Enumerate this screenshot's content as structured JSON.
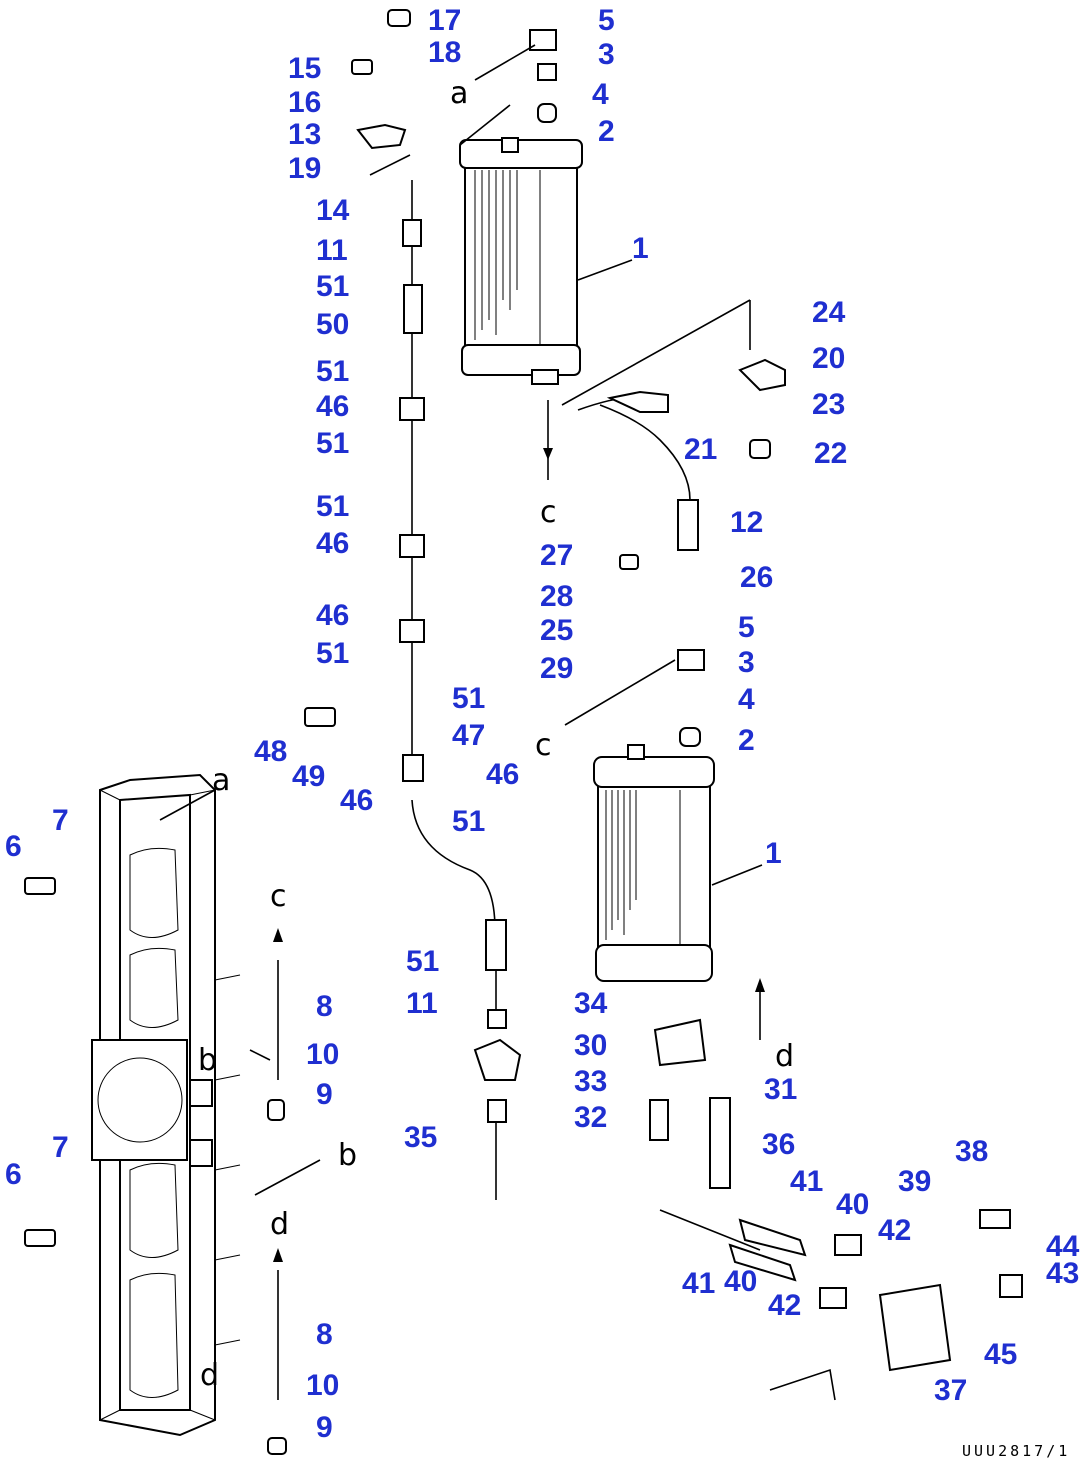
{
  "callouts": [
    "17",
    "5",
    "18",
    "3",
    "15",
    "4",
    "16",
    "2",
    "13",
    "19",
    "14",
    "1",
    "11",
    "24",
    "51",
    "20",
    "50",
    "23",
    "51",
    "21",
    "22",
    "46",
    "51",
    "51",
    "12",
    "46",
    "27",
    "26",
    "28",
    "25",
    "46",
    "5",
    "51",
    "29",
    "3",
    "51",
    "4",
    "48",
    "47",
    "2",
    "49",
    "46",
    "46",
    "51",
    "7",
    "1",
    "6",
    "51",
    "11",
    "8",
    "34",
    "10",
    "30",
    "31",
    "9",
    "33",
    "32",
    "35",
    "36",
    "7",
    "38",
    "6",
    "41",
    "40",
    "39",
    "42",
    "44",
    "41",
    "40",
    "43",
    "42",
    "8",
    "45",
    "10",
    "37",
    "9"
  ],
  "connector_letters": [
    "a",
    "c",
    "a",
    "b",
    "c",
    "d",
    "d",
    "c",
    "b",
    "d"
  ],
  "drawing_ref": "UUU2817/1"
}
